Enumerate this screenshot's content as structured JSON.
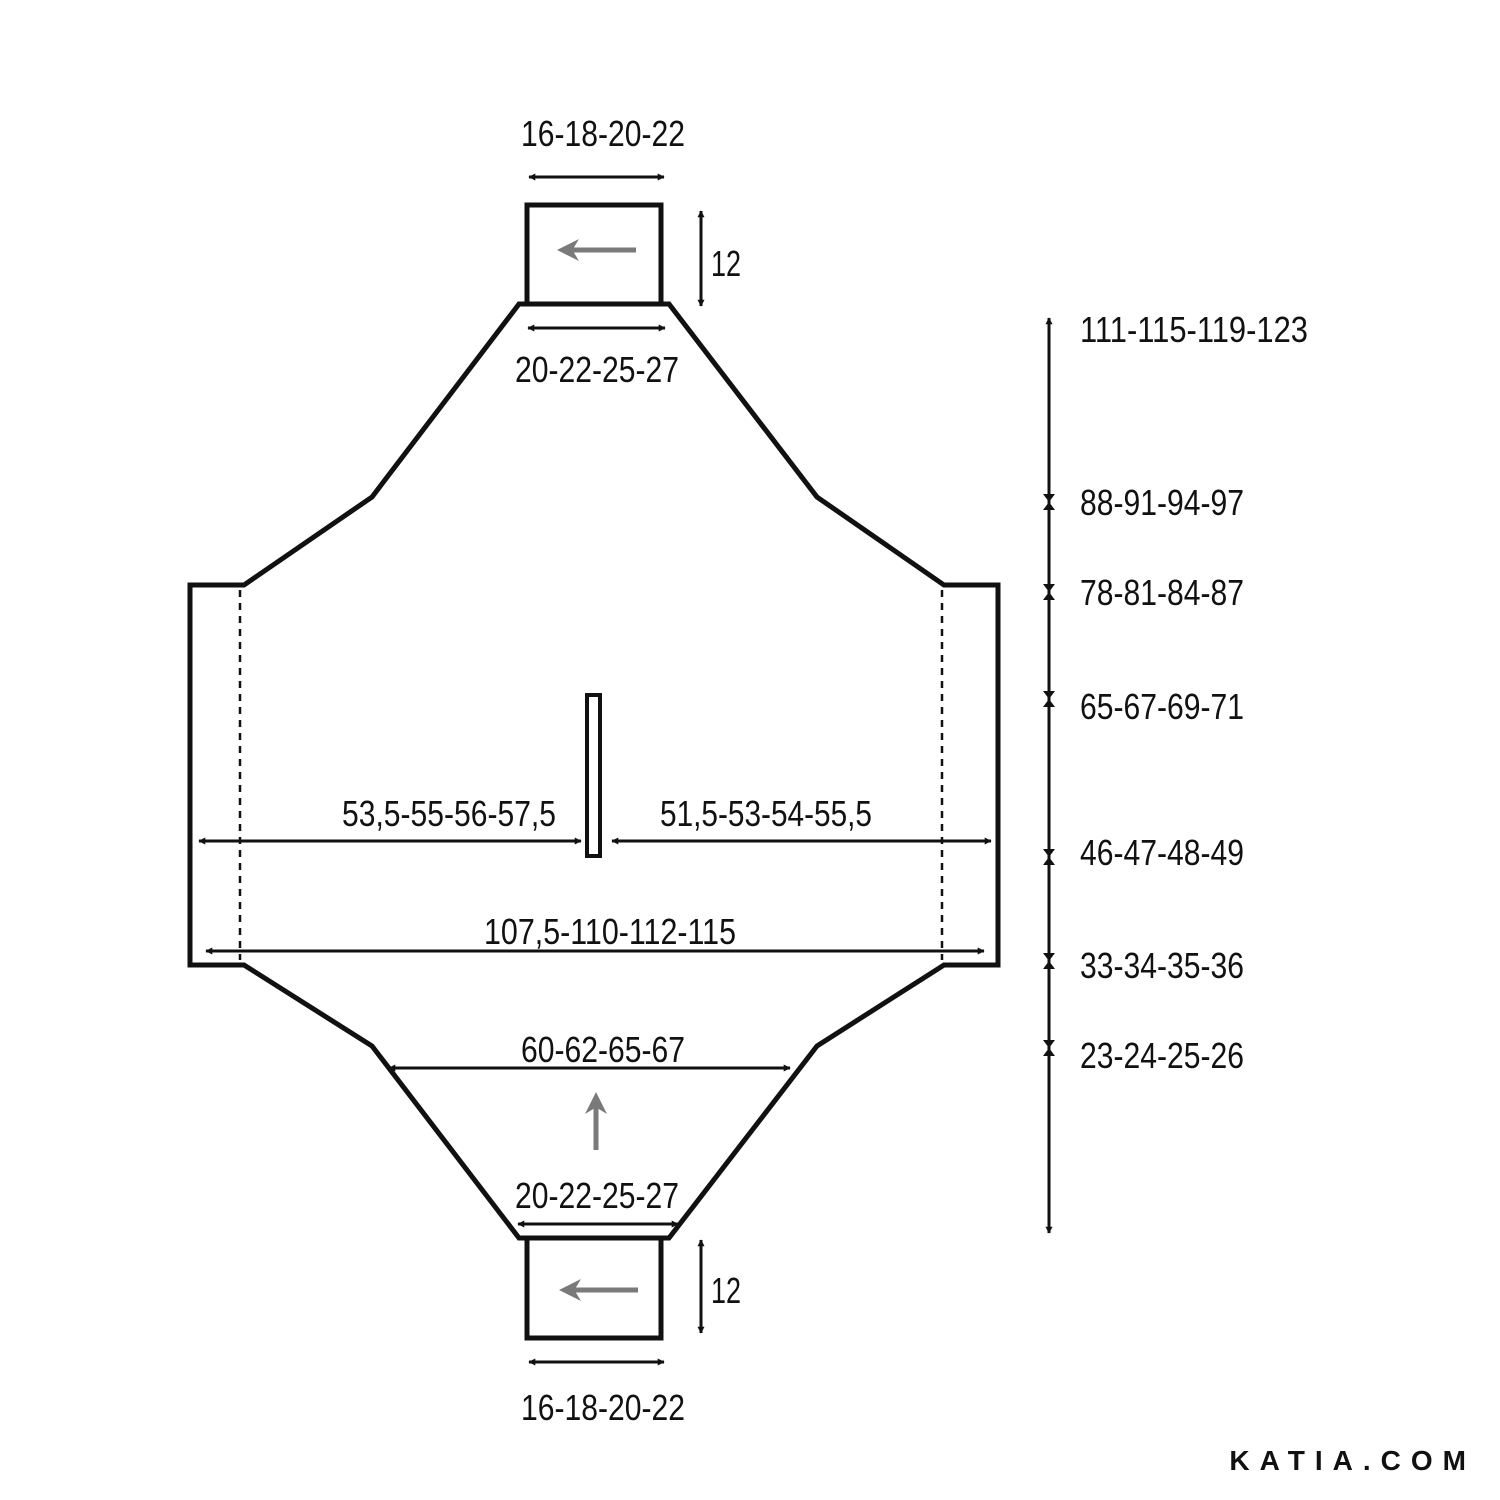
{
  "labels": {
    "top_cuff_width": "16-18-20-22",
    "top_cuff_height": "12",
    "top_neck_width": "20-22-25-27",
    "left_half_width": "53,5-55-56-57,5",
    "right_half_width": "51,5-53-54-55,5",
    "full_width": "107,5-110-112-115",
    "lower_width": "60-62-65-67",
    "bottom_neck_width": "20-22-25-27",
    "bottom_cuff_height": "12",
    "bottom_cuff_width": "16-18-20-22"
  },
  "vertical_scale": [
    "111-115-119-123",
    "88-91-94-97",
    "78-81-84-87",
    "65-67-69-71",
    "46-47-48-49",
    "33-34-35-36",
    "23-24-25-26"
  ],
  "brand": "KATIA.COM",
  "colors": {
    "line": "#111111",
    "knit_direction_arrow": "#7a7a7a"
  }
}
